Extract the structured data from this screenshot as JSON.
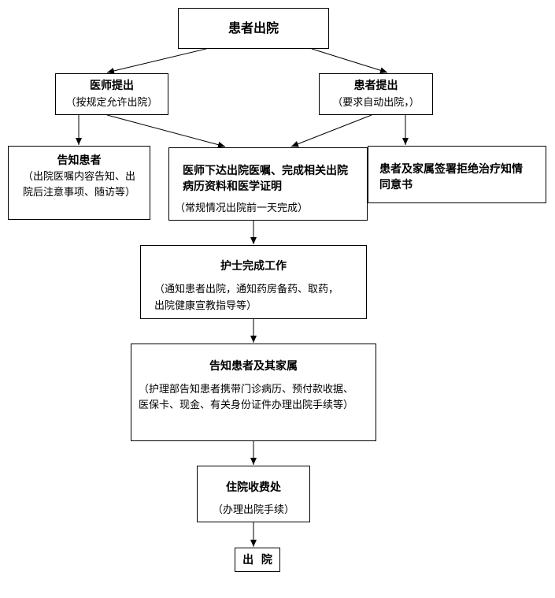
{
  "flowchart": {
    "discharge": {
      "title": "患者出院"
    },
    "doctor": {
      "title": "医师提出",
      "note": "（按规定允许出院）"
    },
    "patient": {
      "title": "患者提出",
      "note": "（要求自动出院，）"
    },
    "inform": {
      "title": "告知患者",
      "line1": "（出院医嘱内容告知、出",
      "line2": "院后注意事项、随访等）"
    },
    "orders": {
      "line1": "医师下达出院医嘱、完成相关出院",
      "line2": "病历资料和医学证明",
      "note": "（常规情况出院前一天完成）"
    },
    "refuse": {
      "line1": "患者及家属签署拒绝治疗知情",
      "line2": "同意书"
    },
    "nurse": {
      "title": "护士完成工作",
      "line1": "（通知患者出院，通知药房备药、取药，",
      "line2": "出院健康宣教指导等）"
    },
    "family": {
      "title": "告知患者及其家属",
      "line1": "（护理部告知患者携带门诊病历、预付款收据、",
      "line2": "医保卡、现金、有关身份证件办理出院手续等）"
    },
    "cashier": {
      "title": "住院收费处",
      "note": "（办理出院手续）"
    },
    "exit": {
      "title": "出  院"
    }
  }
}
